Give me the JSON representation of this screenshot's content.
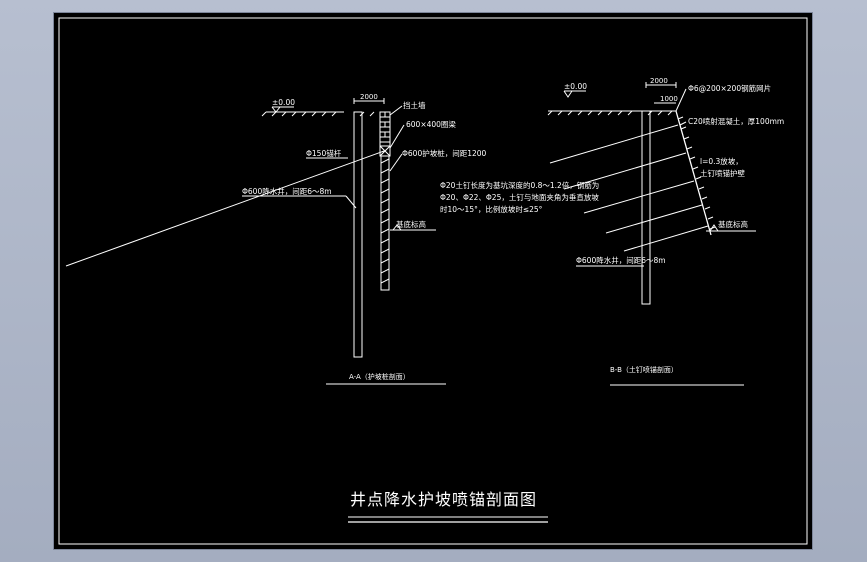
{
  "drawing": {
    "title": "井点降水护坡喷锚剖面图",
    "section_a": {
      "caption": "A-A（护坡桩剖面）",
      "ground_level": "±0.00",
      "width_dim": "2000",
      "retaining_wall": "挡土墙",
      "beam": "600×400圈梁",
      "anchor": "Φ150锚杆",
      "pile": "Φ600护坡桩，间距1200",
      "well": "Φ600降水井，间距6～8m",
      "pit_bottom": "基底标高"
    },
    "section_b": {
      "caption": "B-B（土钉喷锚剖面）",
      "ground_level": "±0.00",
      "width_dim_top": "2000",
      "width_dim_inner": "1000",
      "mesh": "Φ6@200×200钢筋网片",
      "concrete": "C20喷射混凝土，厚100mm",
      "slope_1": "l=0.3放坡，",
      "slope_2": "土钉喷锚护壁",
      "nail_line1": "Φ20土钉长度为基坑深度的0.8～1.2倍，钢筋为",
      "nail_line2": "Φ20、Φ22、Φ25，土钉与地面夹角为垂直放坡",
      "nail_line3": "时10～15°，比例放坡时≤25°",
      "pit_bottom": "基底标高",
      "well": "Φ600降水井，间距6～8m"
    }
  }
}
